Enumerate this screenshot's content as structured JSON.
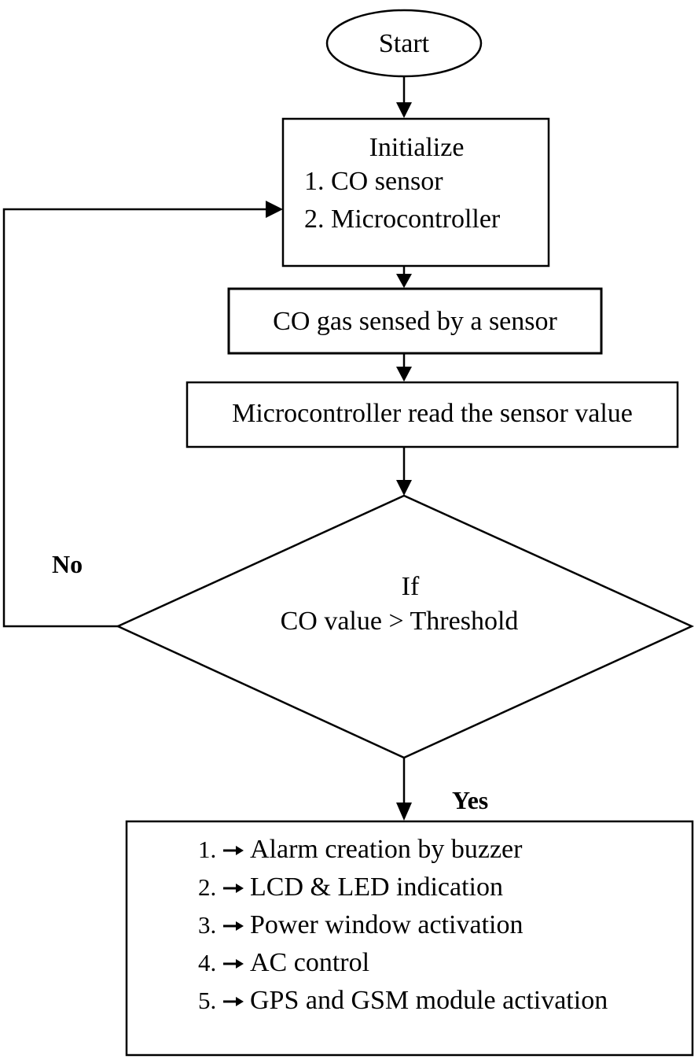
{
  "start": {
    "label": "Start"
  },
  "initialize": {
    "title": "Initialize",
    "items": [
      "1. CO sensor",
      "2. Microcontroller"
    ]
  },
  "sense": {
    "label": "CO gas sensed by a sensor"
  },
  "read": {
    "label": "Microcontroller read the sensor value"
  },
  "decision": {
    "line1": "If",
    "line2": "CO value > Threshold"
  },
  "branches": {
    "no": "No",
    "yes": "Yes"
  },
  "actions": {
    "numbers": [
      "1.",
      "2.",
      "3.",
      "4.",
      "5."
    ],
    "items": [
      "Alarm creation by buzzer",
      "LCD & LED indication",
      "Power window activation",
      "AC control",
      "GPS and GSM module activation"
    ]
  }
}
